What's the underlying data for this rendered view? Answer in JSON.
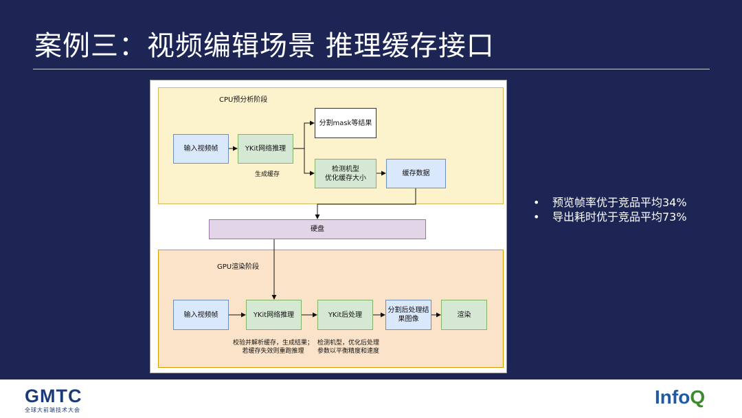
{
  "slide": {
    "title": "案例三：视频编辑场景 推理缓存接口"
  },
  "diagram": {
    "cpu_stage_label": "CPU预分析阶段",
    "gpu_stage_label": "GPU渲染阶段",
    "cpu_nodes": {
      "input": "输入视频帧",
      "ykit": "YKit网络推理",
      "seg": "分割mask等结果",
      "detect": "检测机型\n优化缓存大小",
      "cache": "缓存数据"
    },
    "gen_cache_label": "生成缓存",
    "disk": "硬盘",
    "gpu_nodes": {
      "input": "输入视频帧",
      "ykit": "YKit网络推理",
      "post": "YKit后处理",
      "seg_post": "分割后处理结\n果图像",
      "render": "渲染"
    },
    "note_left": "校验并解析缓存，生成结果；\n若缓存失效则重跑推理",
    "note_right": "检测机型，优化后处理\n参数以平衡精度和速度"
  },
  "bullets": [
    "预览帧率优于竞品平均34%",
    "导出耗时优于竞品平均73%"
  ],
  "bullet_marker": "•",
  "footer": {
    "gmtc_logo": "GMTC",
    "gmtc_tagline": "全球大前端技术大会",
    "infoq_logo_main": "Info",
    "infoq_logo_q": "Q"
  },
  "colors": {
    "background": "#1c2554",
    "cpu_stage": "#fcf3cd",
    "gpu_stage": "#fbe3c9",
    "blue_node": "#dae8fc",
    "green_node": "#d5e8d4",
    "disk": "#e1d5e7"
  }
}
